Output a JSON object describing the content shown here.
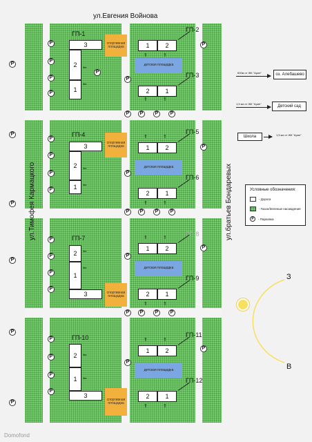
{
  "streets": {
    "top": "ул.Евгения Войнова",
    "left": "ул.Тимофея Кармацкого",
    "right": "ул.братьев Бондаревых"
  },
  "buildings": {
    "gp1": "ГП-1",
    "gp2": "ГП-2",
    "gp3": "ГП-3",
    "gp4": "ГП-4",
    "gp5": "ГП-5",
    "gp6": "ГП-6",
    "gp7": "ГП-7",
    "gp8": "ГП-8",
    "gp9": "ГП-9",
    "gp10": "ГП-10",
    "gp11": "ГП-11",
    "gp12": "ГП-12"
  },
  "sections": {
    "s1": "1",
    "s2": "2",
    "s3": "3"
  },
  "playgrounds": {
    "sport": "спортивная площадка",
    "kids": "детская площадка"
  },
  "parking_symbol": "P",
  "notes": {
    "alebashevo_dist": "600м от ЖК \"Арин\"",
    "alebashevo": "оз. Алебашево",
    "kindergarten_dist": "1,5 км от ЖК \"Арин\"",
    "kindergarten": "Детский сад",
    "school": "Школа",
    "school_dist": "1,5 км от ЖК \"Арин\""
  },
  "legend": {
    "title": "Условные обозначения:",
    "road": "- Дорога",
    "green": "- Газон/Зеленые насаждения",
    "parking": "- Парковка",
    "parking_symbol": "P"
  },
  "compass": {
    "west": "З",
    "east": "В"
  },
  "watermark": "Domofond",
  "colors": {
    "green": "#7ccf73",
    "sport": "#f2b13d",
    "kids": "#7aa7e2",
    "road": "#f4f4f4"
  }
}
